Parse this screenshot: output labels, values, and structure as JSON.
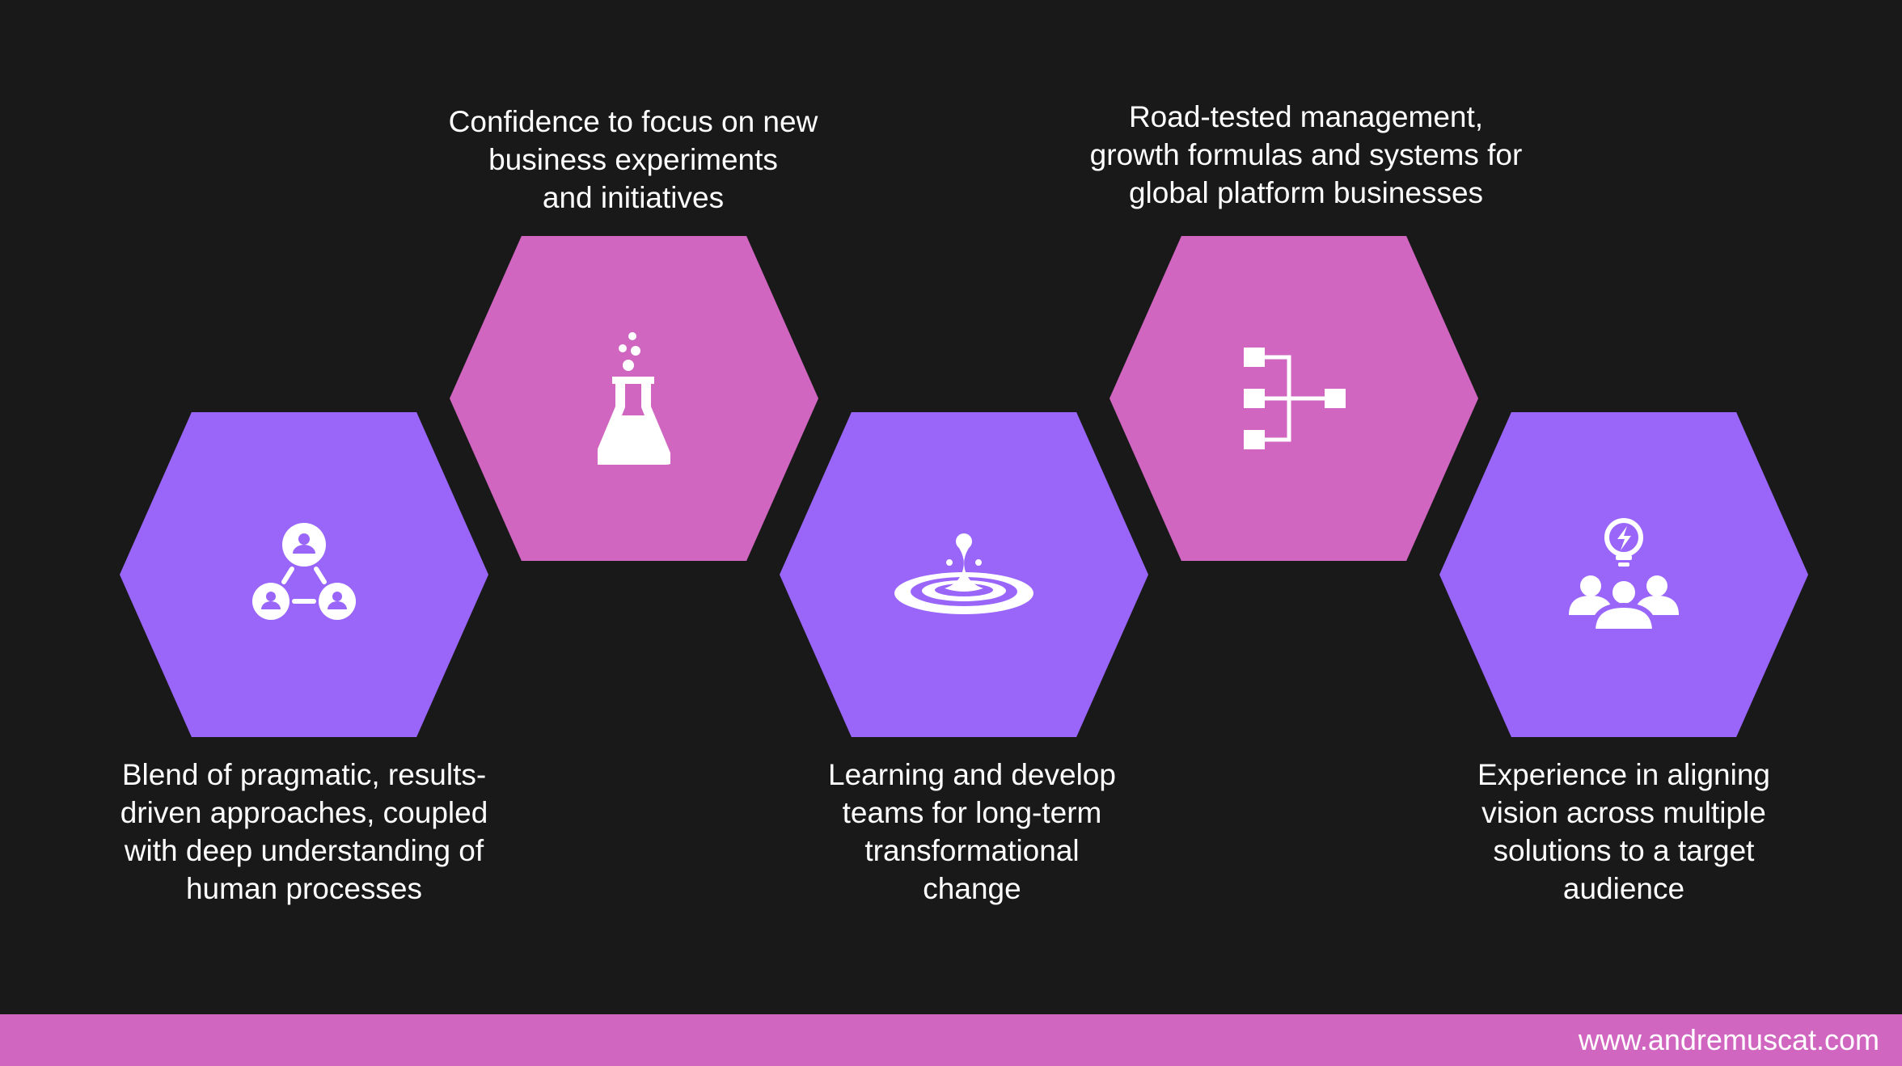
{
  "colors": {
    "background": "#1a191a",
    "purple": "#9966f9",
    "pink": "#d066c0",
    "white": "#ffffff"
  },
  "items": [
    {
      "id": "blend",
      "icon": "people-network-icon",
      "color": "#9966f9",
      "caption": [
        "Blend of pragmatic, results-",
        "driven approaches, coupled",
        "with deep understanding of",
        "human processes"
      ]
    },
    {
      "id": "confidence",
      "icon": "flask-icon",
      "color": "#d066c0",
      "caption": [
        "Confidence to focus on new",
        "business experiments",
        "and initiatives"
      ]
    },
    {
      "id": "learning",
      "icon": "water-drop-ripple-icon",
      "color": "#9966f9",
      "caption": [
        "Learning and develop",
        "teams for long-term",
        "transformational",
        "change"
      ]
    },
    {
      "id": "road-tested",
      "icon": "hierarchy-diagram-icon",
      "color": "#d066c0",
      "caption": [
        "Road-tested management,",
        "growth formulas and systems for",
        "global platform businesses"
      ]
    },
    {
      "id": "experience",
      "icon": "team-lightbulb-icon",
      "color": "#9966f9",
      "caption": [
        "Experience in aligning",
        "vision across multiple",
        "solutions to a target",
        "audience"
      ]
    }
  ],
  "footer": {
    "url": "www.andremuscat.com",
    "color": "#d066c0"
  }
}
